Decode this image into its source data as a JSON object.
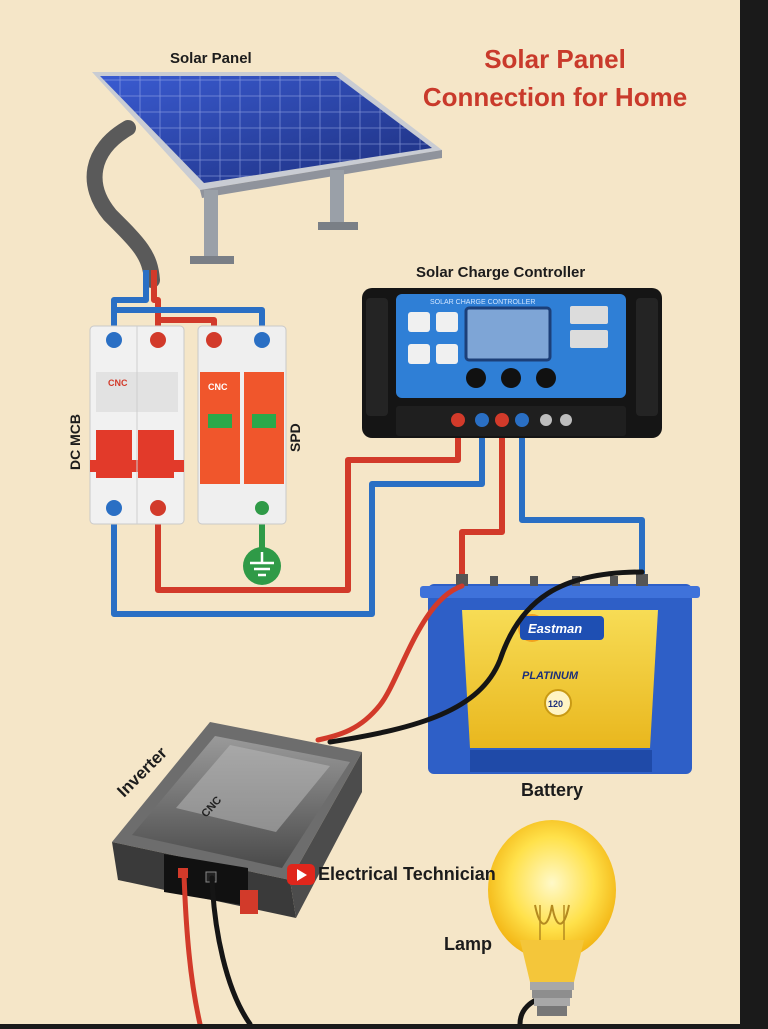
{
  "title": {
    "line1": "Solar Panel",
    "line2": "Connection for Home"
  },
  "labels": {
    "solar_panel": "Solar Panel",
    "charge_controller": "Solar Charge Controller",
    "dc_mcb": "DC MCB",
    "spd": "SPD",
    "battery": "Battery",
    "inverter": "Inverter",
    "lamp": "Lamp",
    "channel": "Electrical Technician"
  },
  "device_text": {
    "controller_header": "SOLAR CHARGE CONTROLLER",
    "mcb_brand": "CNC",
    "spd_brand": "CNC",
    "battery_brand": "Eastman",
    "battery_model": "PLATINUM",
    "battery_badge": "120",
    "inverter_brand": "CNC"
  },
  "colors": {
    "background": "#f5e6c8",
    "wire_positive": "#d23a2a",
    "wire_negative": "#2a6fc4",
    "wire_black": "#151515",
    "earth": "#2f9a47",
    "title": "#c93a2b",
    "battery_body": "#2e5fc7",
    "battery_panel": "#f2cc2f",
    "controller_panel": "#2f7fd6"
  }
}
